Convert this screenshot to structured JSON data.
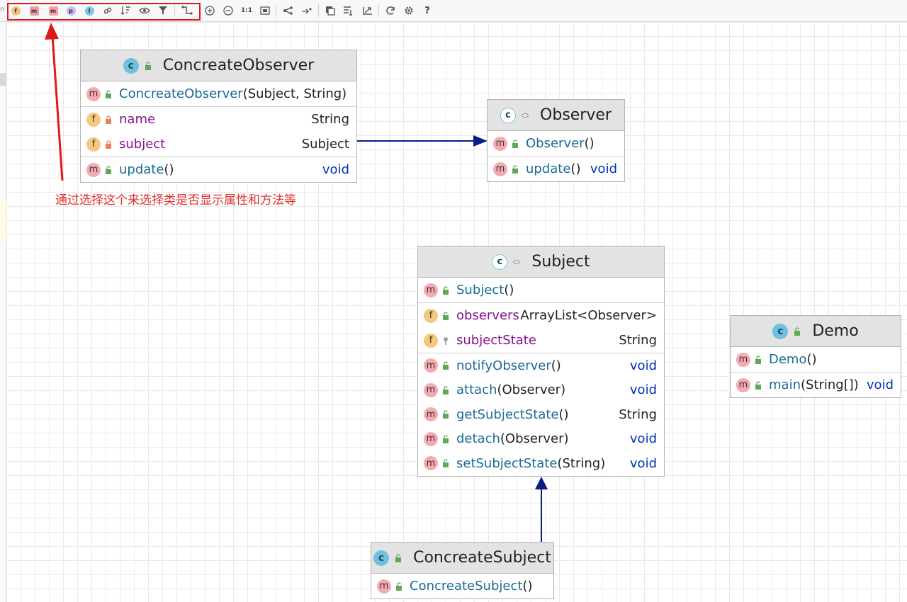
{
  "toolbar": {
    "buttons": [
      {
        "name": "show-fields-toggle",
        "icon": "field-f-icon",
        "glyph": "f"
      },
      {
        "name": "show-constructors-toggle",
        "icon": "constructor-m-icon",
        "glyph": "m"
      },
      {
        "name": "show-methods-toggle",
        "icon": "method-m-icon",
        "glyph": "m"
      },
      {
        "name": "show-properties-toggle",
        "icon": "property-p-icon",
        "glyph": "p"
      },
      {
        "name": "show-inner-classes-toggle",
        "icon": "inner-class-icon",
        "glyph": "I"
      },
      {
        "name": "show-dependencies-toggle",
        "icon": "link-icon",
        "glyph": ""
      },
      {
        "name": "sort-members-button",
        "icon": "sort-icon",
        "glyph": ""
      },
      {
        "name": "visibility-button",
        "icon": "eye-icon",
        "glyph": ""
      },
      {
        "name": "filter-button",
        "icon": "filter-icon",
        "glyph": ""
      },
      {
        "name": "edge-routing-button",
        "icon": "route-icon",
        "glyph": ""
      },
      {
        "name": "zoom-in-button",
        "icon": "zoom-in-icon",
        "glyph": ""
      },
      {
        "name": "zoom-out-button",
        "icon": "zoom-out-icon",
        "glyph": ""
      },
      {
        "name": "actual-size-button",
        "icon": "actual-size-icon",
        "glyph": "1:1"
      },
      {
        "name": "fit-content-button",
        "icon": "fit-icon",
        "glyph": ""
      },
      {
        "name": "layout-tree-button",
        "icon": "tree-layout-icon",
        "glyph": ""
      },
      {
        "name": "apply-layout-button",
        "icon": "apply-layout-icon",
        "glyph": ""
      },
      {
        "name": "copy-button",
        "icon": "copy-icon",
        "glyph": ""
      },
      {
        "name": "structure-button",
        "icon": "structure-icon",
        "glyph": ""
      },
      {
        "name": "export-button",
        "icon": "export-icon",
        "glyph": ""
      },
      {
        "name": "refresh-button",
        "icon": "refresh-icon",
        "glyph": ""
      },
      {
        "name": "settings-button",
        "icon": "gear-icon",
        "glyph": ""
      },
      {
        "name": "help-button",
        "icon": "help-icon",
        "glyph": "?"
      }
    ],
    "left_glyph": "n"
  },
  "annotation": {
    "text": "通过选择这个来选择类是否显示属性和方法等",
    "color": "#e0322e"
  },
  "classes": {
    "concreate_observer": {
      "title": "ConcreateObserver",
      "kind": "class",
      "constructors": [
        {
          "name": "ConcreateObserver",
          "params": " (Subject, String)",
          "type": ""
        }
      ],
      "fields": [
        {
          "name": "name",
          "type": "String",
          "visibility": "private"
        },
        {
          "name": "subject",
          "type": "Subject",
          "visibility": "private"
        }
      ],
      "methods": [
        {
          "name": "update",
          "params": "()",
          "type": "void"
        }
      ]
    },
    "observer": {
      "title": "Observer",
      "kind": "abstract-class",
      "constructors": [
        {
          "name": "Observer",
          "params": "()",
          "type": ""
        }
      ],
      "methods": [
        {
          "name": "update",
          "params": "()",
          "type": "void"
        }
      ]
    },
    "subject": {
      "title": "Subject",
      "kind": "abstract-class",
      "constructors": [
        {
          "name": "Subject",
          "params": "()",
          "type": ""
        }
      ],
      "fields": [
        {
          "name": "observers",
          "type": "ArrayList<Observer>",
          "visibility": "public"
        },
        {
          "name": "subjectState",
          "type": "String",
          "visibility": "package"
        }
      ],
      "methods": [
        {
          "name": "notifyObserver",
          "params": " ()",
          "type": "void"
        },
        {
          "name": "attach",
          "params": "(Observer)",
          "type": "void"
        },
        {
          "name": "getSubjectState",
          "params": " ()",
          "type": "String"
        },
        {
          "name": "detach",
          "params": "(Observer)",
          "type": "void"
        },
        {
          "name": "setSubjectState",
          "params": " (String)",
          "type": "void"
        }
      ]
    },
    "demo": {
      "title": "Demo",
      "kind": "class",
      "constructors": [
        {
          "name": "Demo",
          "params": "()",
          "type": ""
        }
      ],
      "methods": [
        {
          "name": "main",
          "params": "(String[])",
          "type": "void"
        }
      ]
    },
    "concreate_subject": {
      "title": "ConcreateSubject",
      "kind": "class",
      "constructors": [
        {
          "name": "ConcreateSubject",
          "params": " ()",
          "type": ""
        }
      ]
    }
  },
  "relations": [
    {
      "from": "ConcreateObserver",
      "to": "Observer",
      "type": "association"
    },
    {
      "from": "ConcreateSubject",
      "to": "Subject",
      "type": "inheritance"
    }
  ],
  "colors": {
    "method_name": "#196b94",
    "field_name": "#871094",
    "void_keyword": "#0033b3",
    "arrow": "#0c1a86",
    "highlight_box": "#e2171b"
  }
}
